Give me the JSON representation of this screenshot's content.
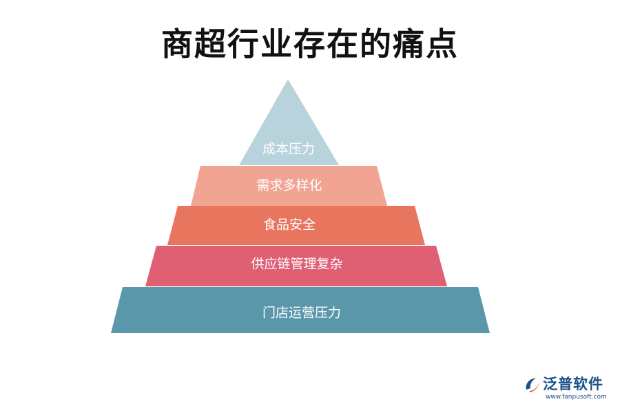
{
  "title": "商超行业存在的痛点",
  "layers": [
    {
      "label": "成本压力",
      "color": "#b8d3dc"
    },
    {
      "label": "需求多样化",
      "color": "#f2a493"
    },
    {
      "label": "食品安全",
      "color": "#e8755e"
    },
    {
      "label": "供应链管理复杂",
      "color": "#df5f73"
    },
    {
      "label": "门店运营压力",
      "color": "#5a97aa"
    }
  ],
  "logo": {
    "name": "泛普软件",
    "url": "www.fanpusoft.com",
    "icon": "fanpu-logo-icon",
    "color": "#1b4f8a",
    "accent": "#e8632b"
  }
}
